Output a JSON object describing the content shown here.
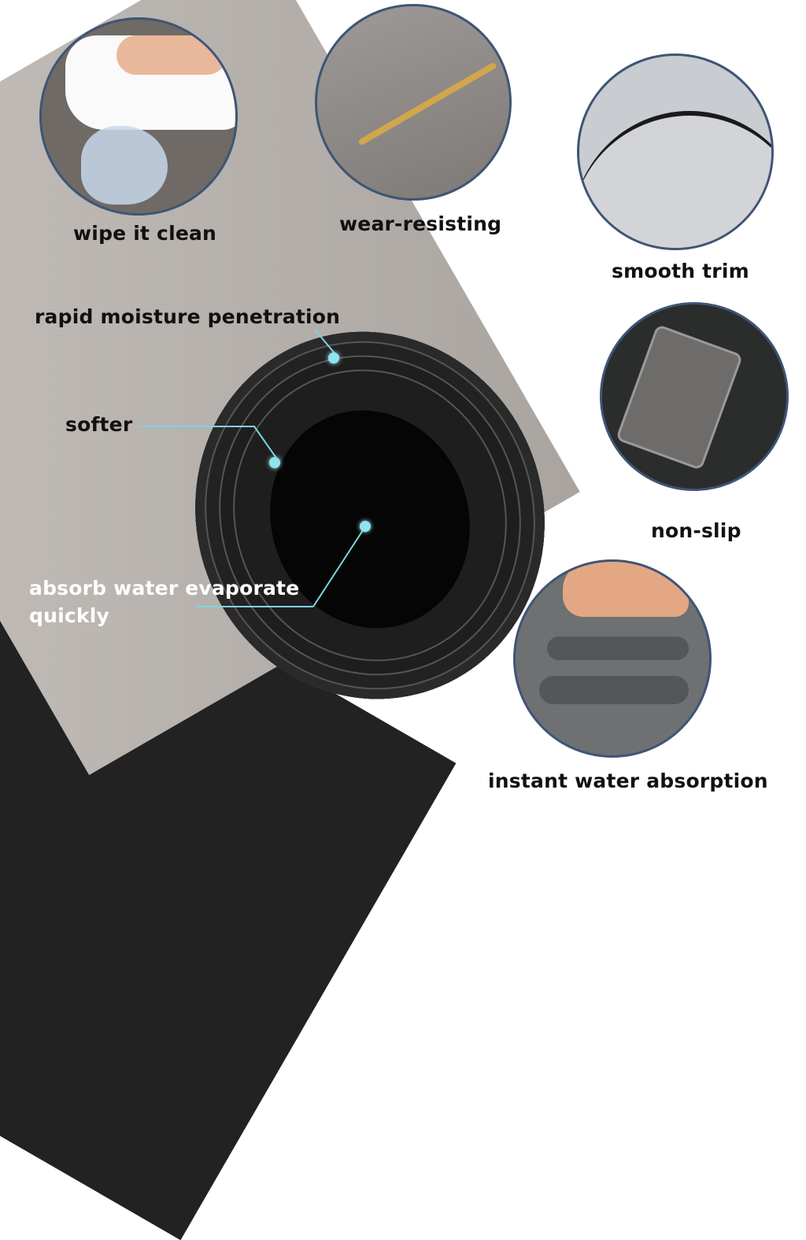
{
  "features": {
    "wipe": {
      "label": "wipe it clean",
      "icon": "towel-wipe-icon"
    },
    "wear": {
      "label": "wear-resisting",
      "icon": "fork-scratch-icon"
    },
    "trim": {
      "label": "smooth trim",
      "icon": "edge-trim-icon"
    },
    "nonslip": {
      "label": "non-slip",
      "icon": "phone-on-mat-icon"
    },
    "absorption": {
      "label": "instant water absorption",
      "icon": "footprint-icon"
    }
  },
  "callouts": {
    "moisture": "rapid moisture penetration",
    "softer": "softer",
    "evaporate_line1": "absorb water evaporate",
    "evaporate_line2": "quickly"
  },
  "colors": {
    "accent_line": "#7fd3e3",
    "circle_border": "#3e5575",
    "mat_top": "#b9b4b0",
    "mat_bottom": "#1c1c1c"
  }
}
